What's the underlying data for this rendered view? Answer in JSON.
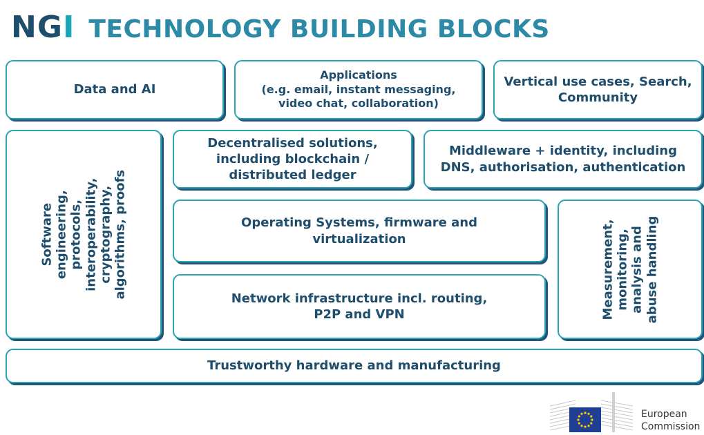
{
  "header": {
    "logo_text": "NGI",
    "title": "TECHNOLOGY BUILDING BLOCKS"
  },
  "blocks": {
    "data_ai": "Data and AI",
    "applications": "Applications\n(e.g. email, instant messaging,\nvideo chat, collaboration)",
    "vertical_use_cases": "Vertical use cases, Search,\nCommunity",
    "software_engineering": "Software engineering,\nprotocols,\ninteroperability,\ncryptography,\nalgorithms, proofs",
    "decentralised": "Decentralised solutions,\nincluding blockchain /\ndistributed ledger",
    "middleware": "Middleware + identity, including\nDNS, authorisation, authentication",
    "operating_systems": "Operating Systems, firmware and\nvirtualization",
    "measurement": "Measurement,\nmonitoring,\nanalysis and\nabuse handling",
    "network": "Network infrastructure incl. routing,\nP2P and VPN",
    "hardware": "Trustworthy hardware and manufacturing"
  },
  "footer": {
    "org_name": "European\nCommission"
  },
  "colors": {
    "dark_blue": "#1f4e6d",
    "teal": "#2aa3b4",
    "title_blue": "#2d8aa6",
    "eu_blue": "#1f3f95",
    "eu_yellow": "#ffcc00"
  }
}
